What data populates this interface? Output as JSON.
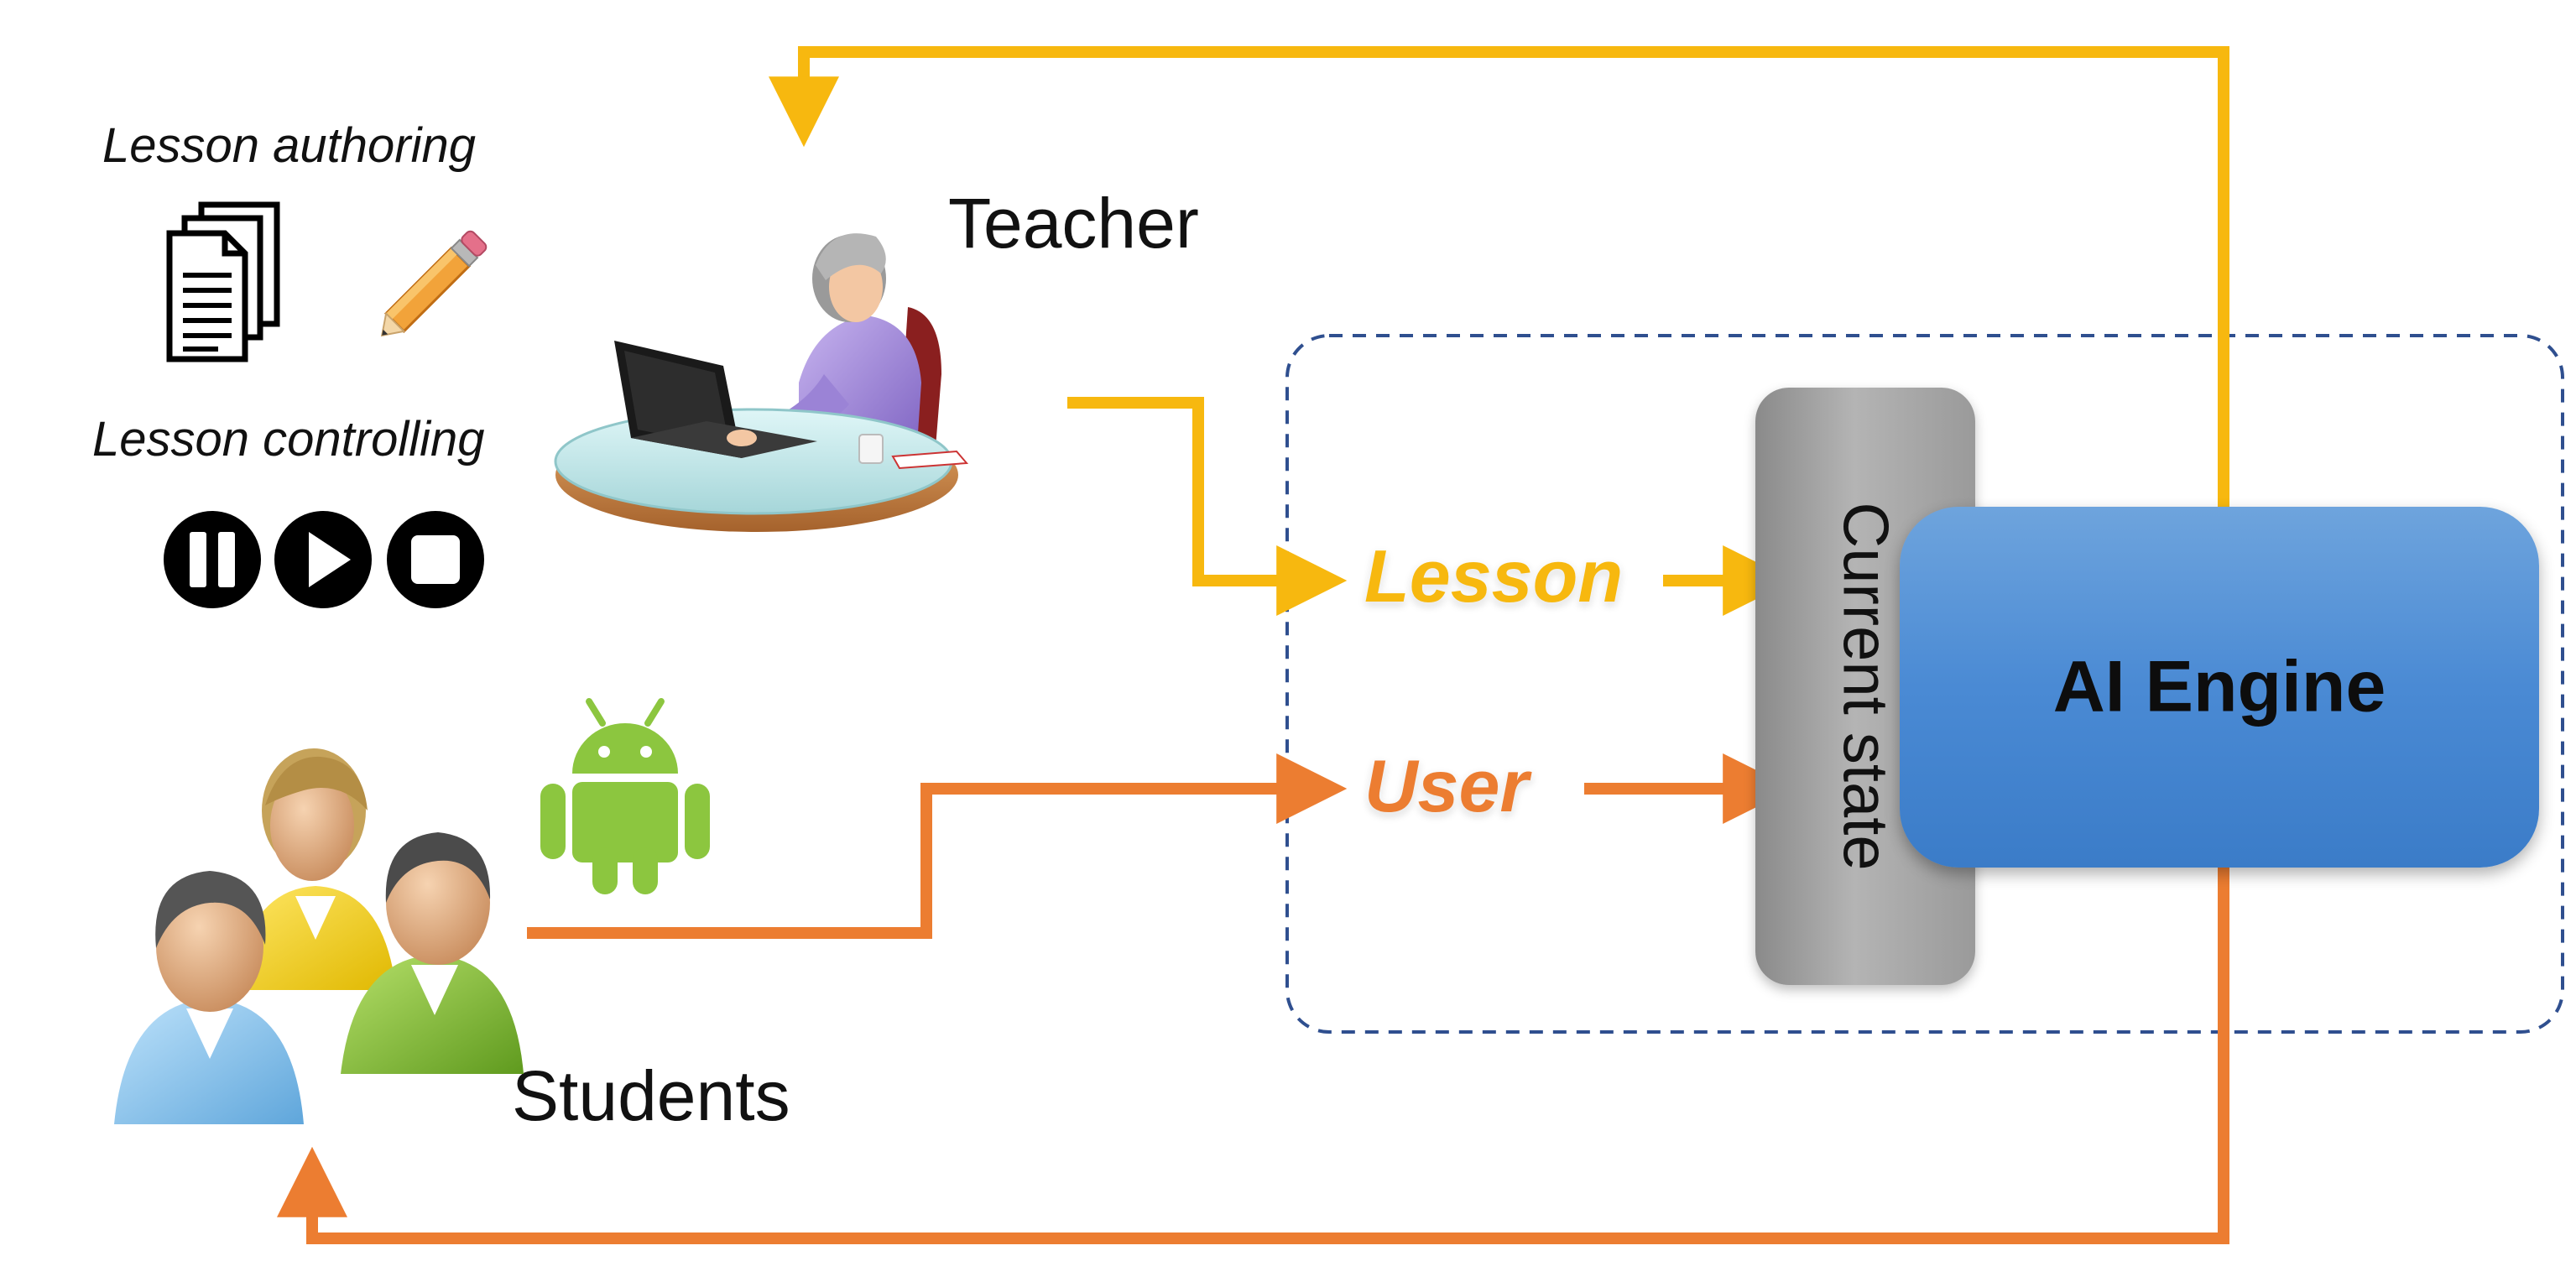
{
  "labels": {
    "lesson_authoring": "Lesson authoring",
    "lesson_controlling": "Lesson controlling",
    "teacher": "Teacher",
    "students": "Students",
    "lesson": "Lesson",
    "user": "User",
    "current_state": "Current state",
    "ai_engine": "AI Engine"
  },
  "colors": {
    "lesson_flow": "#f7b80f",
    "user_flow": "#ec7d31",
    "dashed_border": "#2f4f8f",
    "ai_engine": "#4a8ad4",
    "current_state": "#a8a8a8"
  },
  "icons": [
    "documents-icon",
    "pencil-icon",
    "pause-icon",
    "play-icon",
    "stop-icon",
    "teacher-icon",
    "android-icon",
    "students-icon"
  ]
}
